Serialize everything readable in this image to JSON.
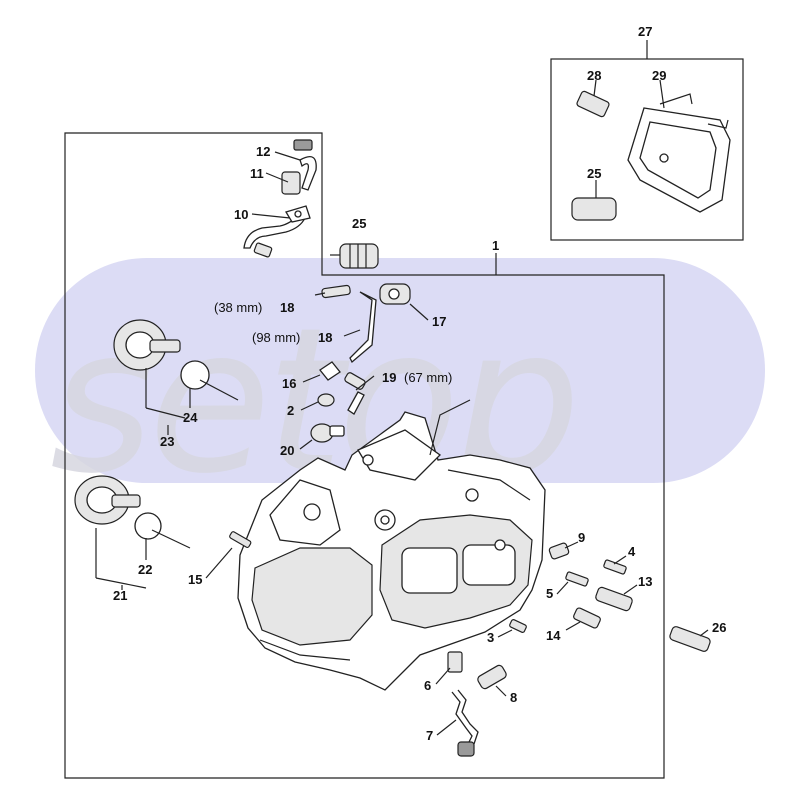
{
  "watermark": {
    "text": "setop",
    "band_color": "#dcdcf5"
  },
  "callouts": {
    "c1": "1",
    "c2": "2",
    "c3": "3",
    "c4": "4",
    "c5": "5",
    "c6": "6",
    "c7": "7",
    "c8": "8",
    "c9": "9",
    "c10": "10",
    "c11": "11",
    "c12": "12",
    "c13": "13",
    "c14": "14",
    "c15": "15",
    "c16": "16",
    "c17": "17",
    "c18a": "18",
    "c18b": "18",
    "c19": "19",
    "c20": "20",
    "c21": "21",
    "c22": "22",
    "c23": "23",
    "c24": "24",
    "c25a": "25",
    "c25b": "25",
    "c26": "26",
    "c27": "27",
    "c28": "28",
    "c29": "29"
  },
  "dimensions": {
    "d18a": "(38 mm)",
    "d18b": "(98 mm)",
    "d19": "(67 mm)"
  }
}
